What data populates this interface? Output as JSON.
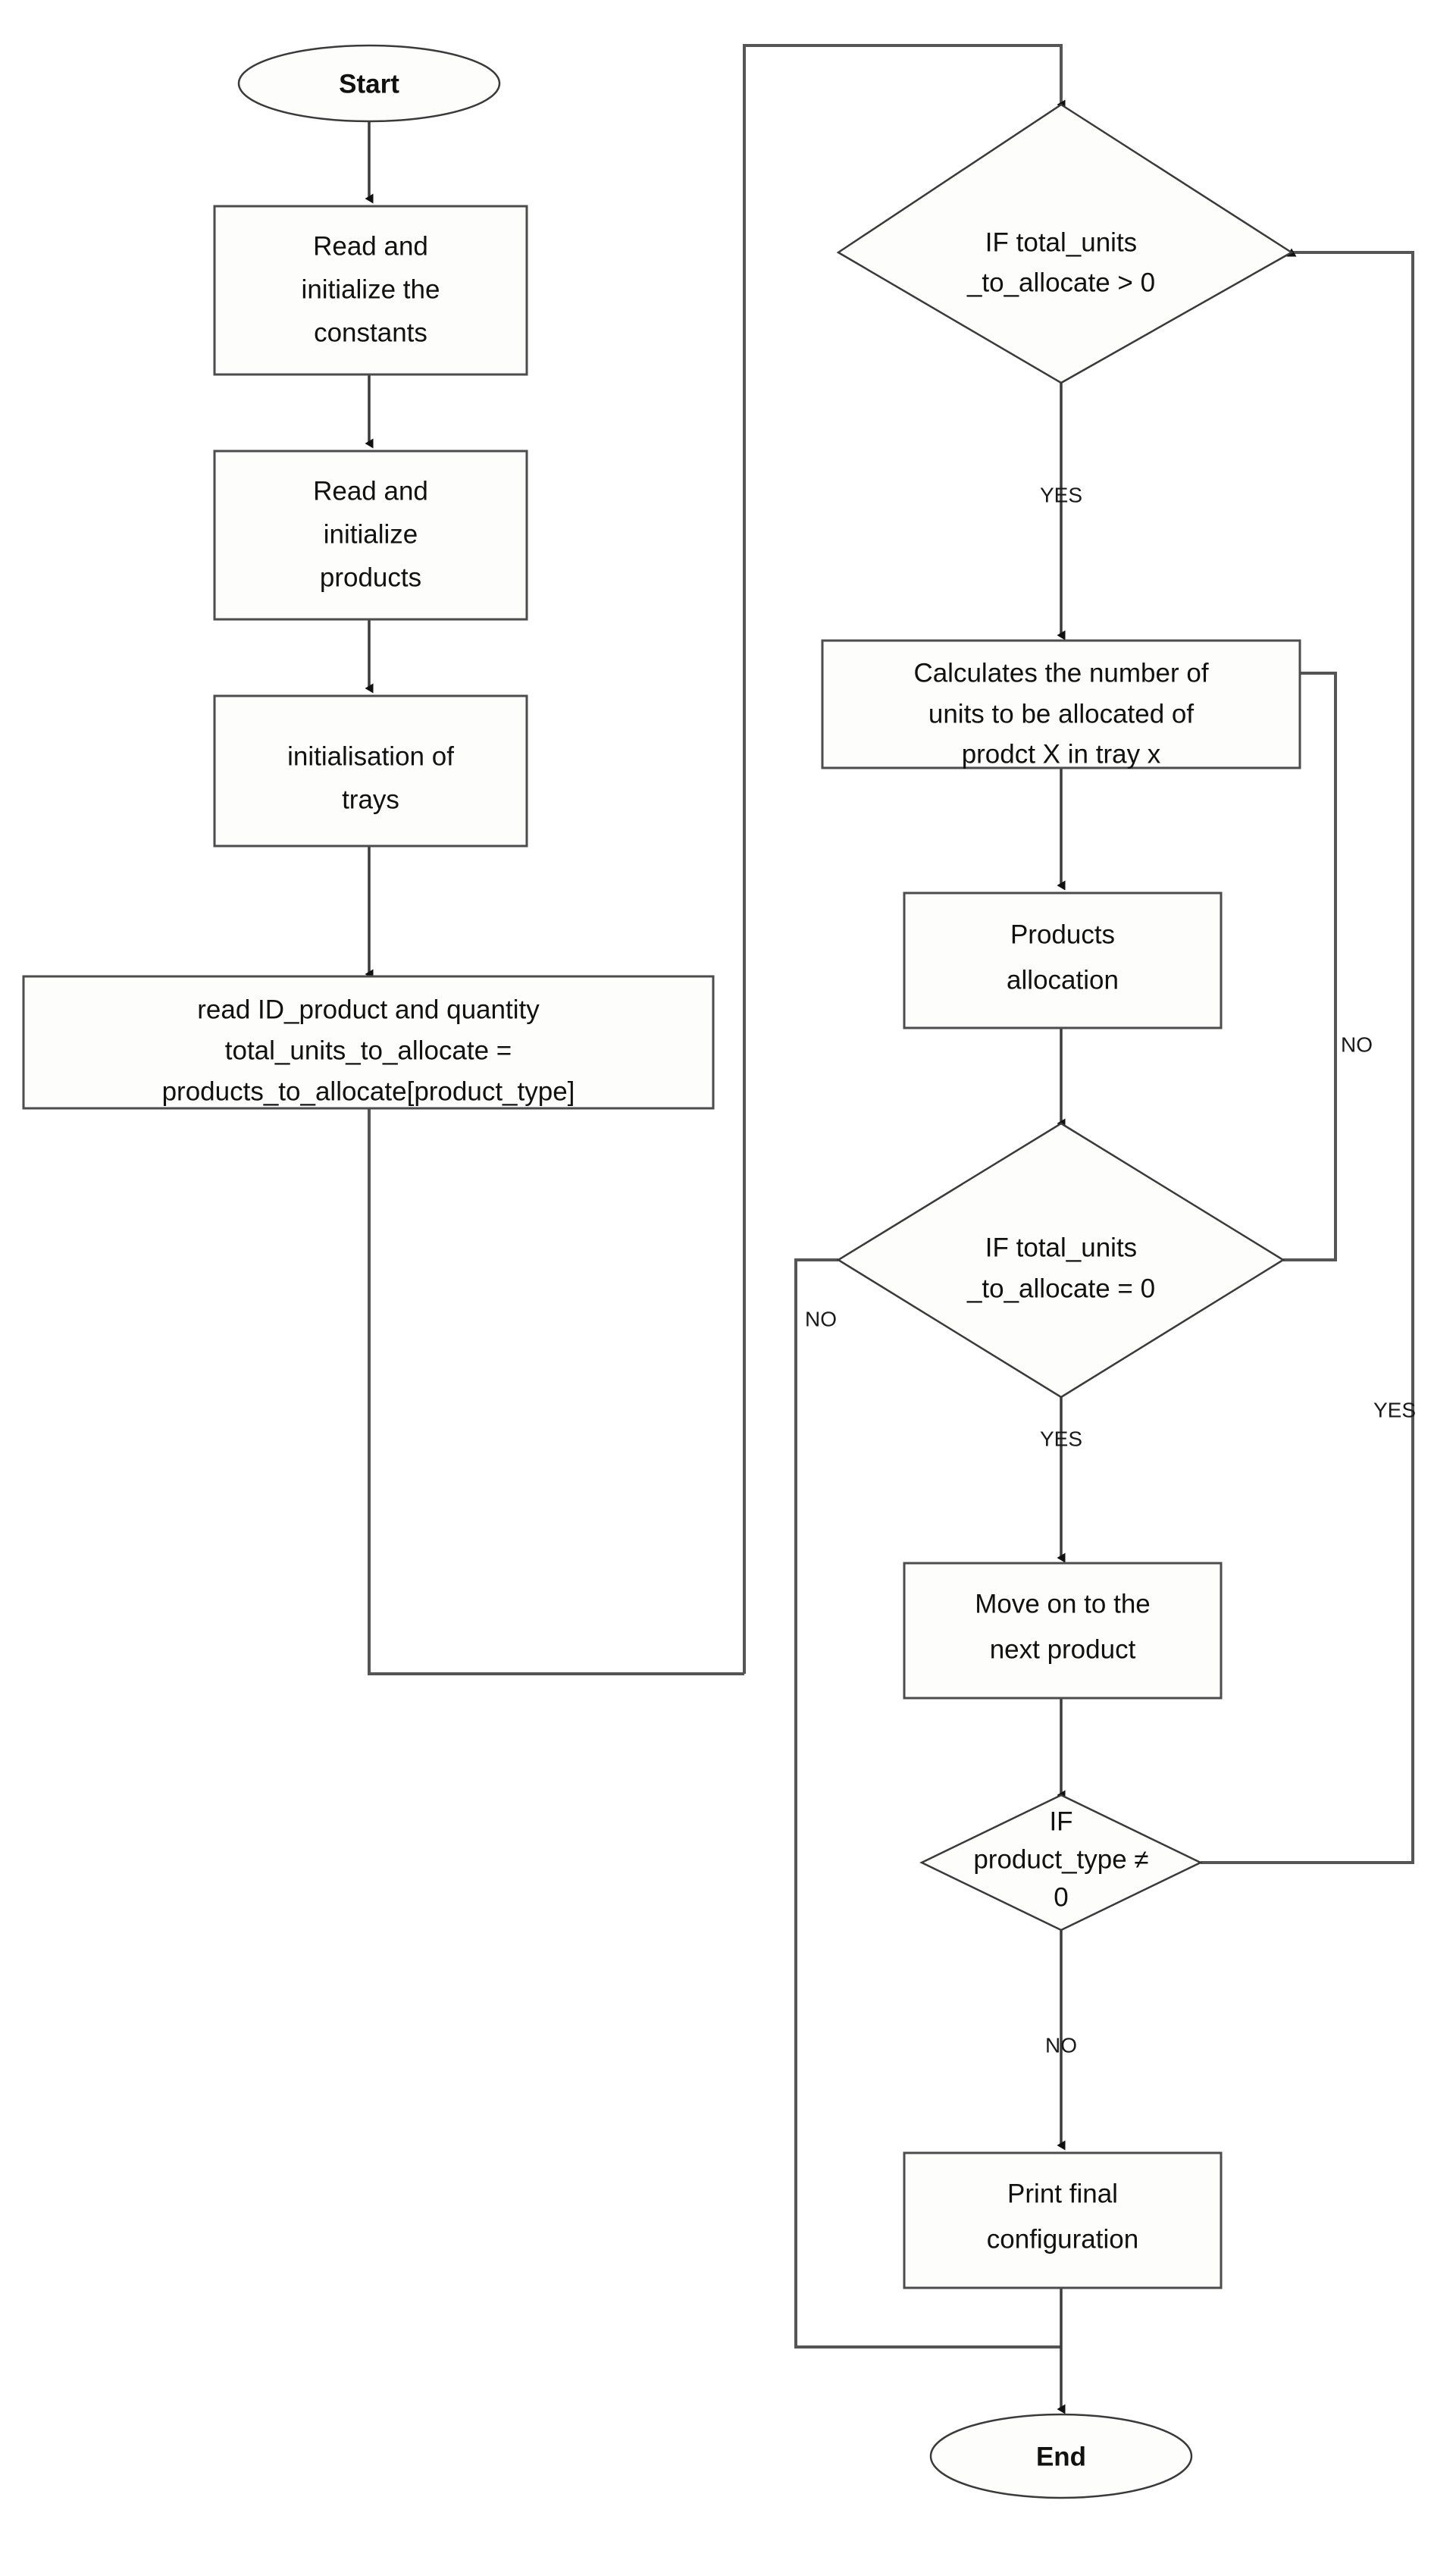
{
  "diagram": {
    "title": "Product allocation flowchart",
    "type": "flowchart",
    "background_color": "#ffffff",
    "node_fill_color": "#fdfdfb",
    "node_stroke_color": "#4c4c4c",
    "edge_color": "#555555",
    "text_color": "#111111"
  },
  "nodes": {
    "start": {
      "shape": "terminator",
      "label": "Start"
    },
    "read_constants": {
      "shape": "process",
      "line1": "Read and",
      "line2": "initialize the",
      "line3": "constants"
    },
    "read_products": {
      "shape": "process",
      "line1": "Read and",
      "line2": "initialize",
      "line3": "products"
    },
    "init_trays": {
      "shape": "process",
      "line1": "initialisation of",
      "line2": "trays"
    },
    "read_id_product": {
      "shape": "process",
      "line1": "read ID_product and quantity",
      "line2": "total_units_to_allocate =",
      "line3": "products_to_allocate[product_type]"
    },
    "decision_units_gt0": {
      "shape": "decision",
      "line1": "IF total_units",
      "line2": "_to_allocate > 0"
    },
    "calculate_units": {
      "shape": "process",
      "line1": "Calculates the number of",
      "line2": "units to be allocated of",
      "line3": "prodct X in tray x"
    },
    "products_allocation": {
      "shape": "process",
      "line1": "Products",
      "line2": "allocation"
    },
    "decision_units_eq0": {
      "shape": "decision",
      "line1": "IF total_units",
      "line2": "_to_allocate = 0"
    },
    "move_next_product": {
      "shape": "process",
      "line1": "Move on to the",
      "line2": "next product"
    },
    "decision_product_type": {
      "shape": "decision",
      "line1": "IF",
      "line2": "product_type ≠",
      "line3": "0"
    },
    "print_final": {
      "shape": "process",
      "line1": "Print final",
      "line2": "configuration"
    },
    "end": {
      "shape": "terminator",
      "label": "End"
    }
  },
  "edge_labels": {
    "units_gt0_yes": "YES",
    "units_gt0_no": "NO",
    "units_eq0_yes": "YES",
    "units_eq0_no": "NO",
    "product_type_yes": "YES",
    "product_type_no": "NO"
  }
}
